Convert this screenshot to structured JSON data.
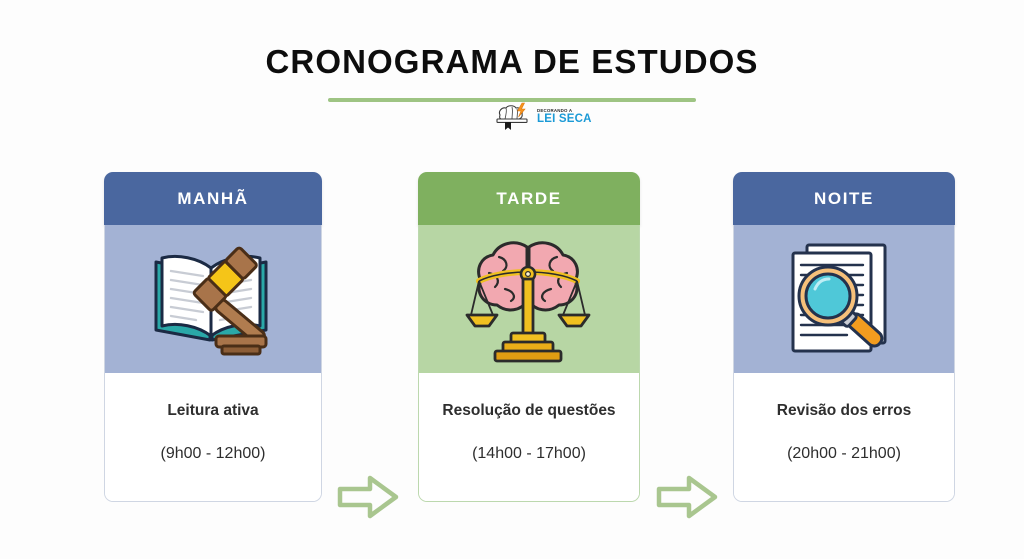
{
  "header": {
    "title": "CRONOGRAMA DE ESTUDOS",
    "rule_color": "#9ec483"
  },
  "logo": {
    "icon_name": "brain-lightning-book-logo",
    "tagline": "DECORANDO A",
    "brand": "LEI SECA",
    "brand_color": "#1b9ad6"
  },
  "flow": {
    "arrows": [
      {
        "name": "arrow-manha-to-tarde",
        "color": "#a9c68f"
      },
      {
        "name": "arrow-tarde-to-noite",
        "color": "#a9c68f"
      }
    ]
  },
  "cards": [
    {
      "id": "manha",
      "header_label": "MANHÃ",
      "header_color": "#4a679f",
      "art_bg": "#a3b2d4",
      "icon_name": "open-book-gavel-icon",
      "activity": "Leitura ativa",
      "time": "(9h00 - 12h00)"
    },
    {
      "id": "tarde",
      "header_label": "TARDE",
      "header_color": "#7fb05f",
      "art_bg": "#b7d6a4",
      "icon_name": "brain-justice-scales-icon",
      "activity": "Resolução de questões",
      "time": "(14h00 - 17h00)"
    },
    {
      "id": "noite",
      "header_label": "NOITE",
      "header_color": "#4a679f",
      "art_bg": "#a3b2d4",
      "icon_name": "documents-magnifier-icon",
      "activity": "Revisão dos erros",
      "time": "(20h00 - 21h00)"
    }
  ]
}
